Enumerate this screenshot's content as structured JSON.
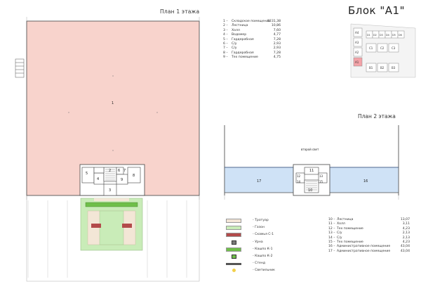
{
  "titles": {
    "plan1": "План 1 этажа",
    "plan2": "План 2 этажа",
    "block": "Блок \"А1\""
  },
  "rooms_floor1": [
    {
      "num": "1",
      "name": "Складское помещение",
      "area": "1231,38"
    },
    {
      "num": "2",
      "name": "Лестница",
      "area": "10,86"
    },
    {
      "num": "3",
      "name": "Холл",
      "area": "7,60"
    },
    {
      "num": "4",
      "name": "Водомер",
      "area": "4,77"
    },
    {
      "num": "5",
      "name": "Гардеробная",
      "area": "7,28"
    },
    {
      "num": "6",
      "name": "С/у",
      "area": "2,93"
    },
    {
      "num": "7",
      "name": "С/у",
      "area": "2,93"
    },
    {
      "num": "8",
      "name": "Гардеробная",
      "area": "7,28"
    },
    {
      "num": "9",
      "name": "Тех помещение",
      "area": "4,75"
    }
  ],
  "rooms_floor2": [
    {
      "num": "10",
      "name": "Лестница",
      "area": "13,07"
    },
    {
      "num": "11",
      "name": "Холл",
      "area": "3,11"
    },
    {
      "num": "12",
      "name": "Тех помещение",
      "area": "4,23"
    },
    {
      "num": "13",
      "name": "С/у",
      "area": "2,13"
    },
    {
      "num": "14",
      "name": "С/у",
      "area": "2,13"
    },
    {
      "num": "15",
      "name": "Тех помещение",
      "area": "4,23"
    },
    {
      "num": "16",
      "name": "Административное помещение",
      "area": "43,04"
    },
    {
      "num": "17",
      "name": "Административное помещение",
      "area": "43,04"
    }
  ],
  "legend": [
    {
      "label": "- Тротуар",
      "color": "#f3e6d6"
    },
    {
      "label": "- Газон",
      "color": "#c9ecb8"
    },
    {
      "label": "- Скамья С-1",
      "color": "#b34a4a"
    },
    {
      "label": "- Урна",
      "color": "#7a7a7a"
    },
    {
      "label": "- Кашпо К-1",
      "color": "#6fbf4a"
    },
    {
      "label": "- Кашпо К-2",
      "color": "#6fbf4a"
    },
    {
      "label": "- Стенд",
      "color": "#555555"
    },
    {
      "label": "- Светильник",
      "color": "#f2d04a"
    }
  ],
  "plan_labels": {
    "room1": "1",
    "room2": "2",
    "room3": "3",
    "room4": "4",
    "room5": "5",
    "room6": "6",
    "room7": "7",
    "room8": "8",
    "room9": "9",
    "room10": "10",
    "room11": "11",
    "room12": "12",
    "room13": "13",
    "room14": "14",
    "room15": "15",
    "room16": "16",
    "room17": "17",
    "second_light": "второй свет"
  },
  "key_plan": {
    "highlight": "A1",
    "cells_top": [
      "A4",
      "D1",
      "D2",
      "D3",
      "D4",
      "D5",
      "D6"
    ],
    "cells_mid1": [
      "A3",
      "C1",
      "C2",
      "C3"
    ],
    "cells_mid2": [
      "A2"
    ],
    "cells_bot": [
      "A1",
      "B1",
      "B2",
      "B3"
    ]
  },
  "colors": {
    "warehouse": "#f8d3cc",
    "office2": "#cfe2f6",
    "lawn": "#c9ecb8",
    "highlight": "#f4a3a8"
  }
}
